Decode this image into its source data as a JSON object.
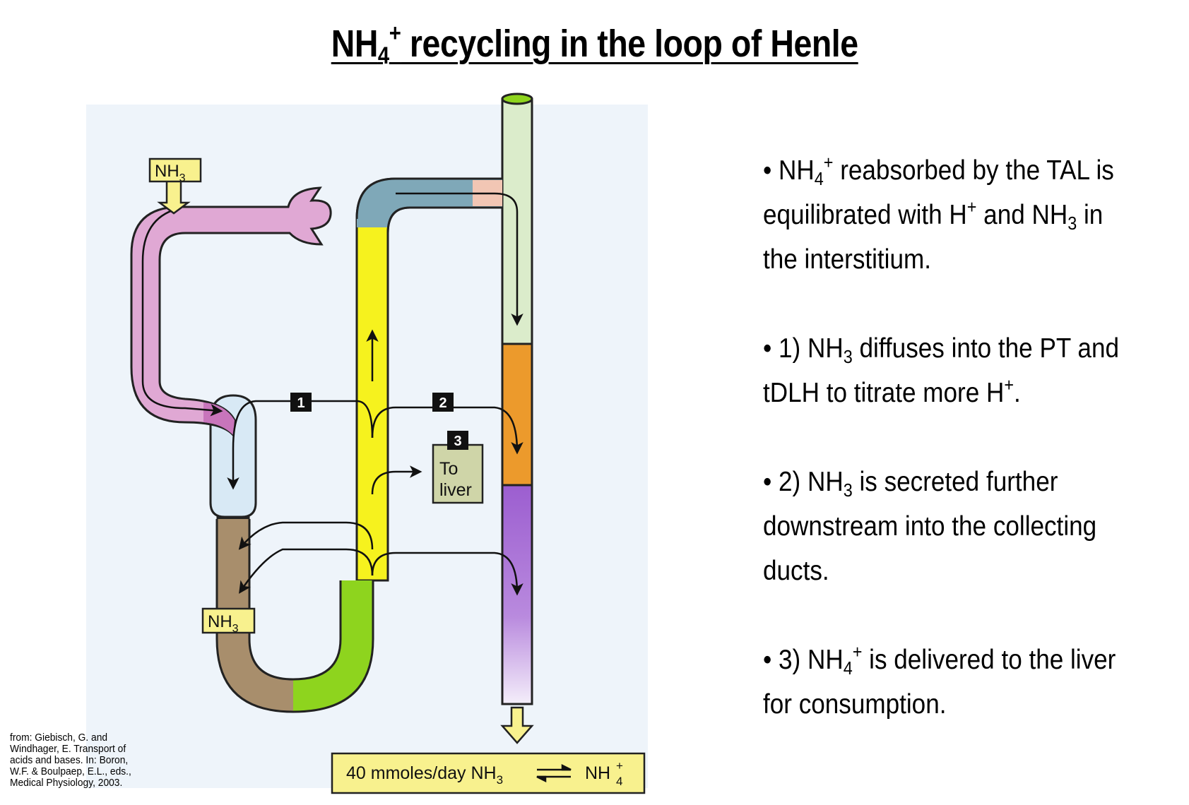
{
  "title": {
    "main": "NH",
    "sub": "4",
    "sup": "+",
    "rest": " recycling in the loop of Henle"
  },
  "diagram": {
    "nh3_top": {
      "main": "NH",
      "sub": "3"
    },
    "nh3_bottom": {
      "main": "NH",
      "sub": "3"
    },
    "step1": "1",
    "step2": "2",
    "step3": "3",
    "to_liver_line1": "To",
    "to_liver_line2": "liver",
    "footer": {
      "text": "40 mmoles/day NH",
      "sub": "3",
      "right_main": "NH",
      "right_sup": "+",
      "right_sub": "4"
    },
    "colors": {
      "pink": "#e0a8d4",
      "blue": "#7fa8b8",
      "yellow": "#f6f21e",
      "green": "#8ed41e",
      "tan": "#a88e6c",
      "lightgreen": "#dbeccb",
      "orange": "#ec9a2c",
      "purple": "#9c5ed0",
      "labelbox": "#f8f18e",
      "liverbox": "#cfd5a8"
    }
  },
  "bullets": [
    {
      "pre": "• NH",
      "sub": "4",
      "sup": "+",
      "line1_rest": " reabsorbed by the TAL is",
      "line2a": "equilibrated with H",
      "line2sup": "+",
      "line2b": " and NH",
      "line2sub": "3",
      "line2c": " in",
      "line3": "the interstitium."
    },
    {
      "pre": "• 1) NH",
      "sub": "3",
      "line1_rest": " diffuses into the PT and",
      "line2a": "tDLH to titrate more H",
      "line2sup": "+",
      "line2b": "."
    },
    {
      "pre": "• 2) NH",
      "sub": "3",
      "line1_rest": " is secreted further",
      "line2": "downstream into the collecting",
      "line3": "ducts."
    },
    {
      "pre": "• 3) NH",
      "sub": "4",
      "sup": "+",
      "line1_rest": " is delivered to the liver",
      "line2": "for consumption."
    }
  ],
  "citation": [
    "from: Giebisch, G. and",
    "Windhager, E. Transport of",
    "acids and bases. In: Boron,",
    "W.F. & Boulpaep, E.L., eds.,",
    "Medical Physiology, 2003."
  ]
}
